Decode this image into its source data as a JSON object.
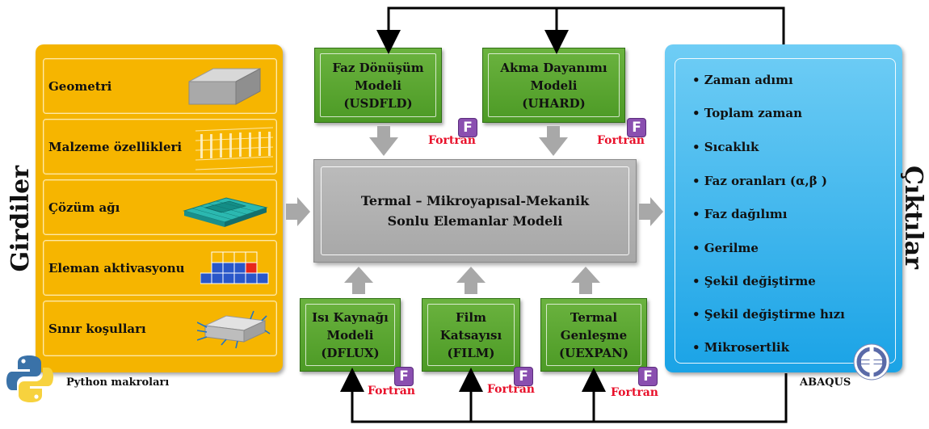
{
  "inputs": {
    "title": "Girdiler",
    "items": [
      {
        "label": "Geometri",
        "icon": "geometry-block-icon"
      },
      {
        "label": "Malzeme özellikleri",
        "icon": "material-table-icon"
      },
      {
        "label": "Çözüm ağı",
        "icon": "mesh-icon"
      },
      {
        "label": "Eleman aktivasyonu",
        "icon": "element-activation-icon"
      },
      {
        "label": "Sınır koşulları",
        "icon": "boundary-conditions-icon"
      }
    ],
    "python_label": "Python makroları",
    "python_icon": "python-logo-icon"
  },
  "top_models": [
    {
      "line1": "Faz Dönüşüm",
      "line2": "Modeli",
      "line3": "(USDFLD)",
      "badge": "F",
      "lang": "Fortran"
    },
    {
      "line1": "Akma Dayanımı",
      "line2": "Modeli",
      "line3": "(UHARD)",
      "badge": "F",
      "lang": "Fortran"
    }
  ],
  "bottom_models": [
    {
      "line1": "Isı Kaynağı",
      "line2": "Modeli",
      "line3": "(DFLUX)",
      "badge": "F",
      "lang": "Fortran"
    },
    {
      "line1": "Film",
      "line2": "Katsayısı",
      "line3": "(FILM)",
      "badge": "F",
      "lang": "Fortran"
    },
    {
      "line1": "Termal",
      "line2": "Genleşme",
      "line3": "(UEXPAN)",
      "badge": "F",
      "lang": "Fortran"
    }
  ],
  "center": {
    "line1": "Termal – Mikroyapısal-Mekanik",
    "line2": "Sonlu Elemanlar Modeli"
  },
  "outputs": {
    "title": "Çıktılar",
    "items": [
      "• Zaman adımı",
      "• Toplam zaman",
      "• Sıcaklık",
      "• Faz oranları (α,β )",
      "• Faz dağılımı",
      "• Gerilme",
      "• Şekil değiştirme",
      "• Şekil değiştirme hızı",
      "• Mikrosertlik"
    ],
    "software_label": "ABAQUS",
    "software_icon": "abaqus-logo-icon"
  },
  "colors": {
    "inputs_panel": "#f4b400",
    "model_box": "#5aa631",
    "center_box": "#b3b3b3",
    "outputs_panel": "#29aae8",
    "fortran_badge": "#8a4fb0",
    "fortran_text": "#e8102a"
  }
}
